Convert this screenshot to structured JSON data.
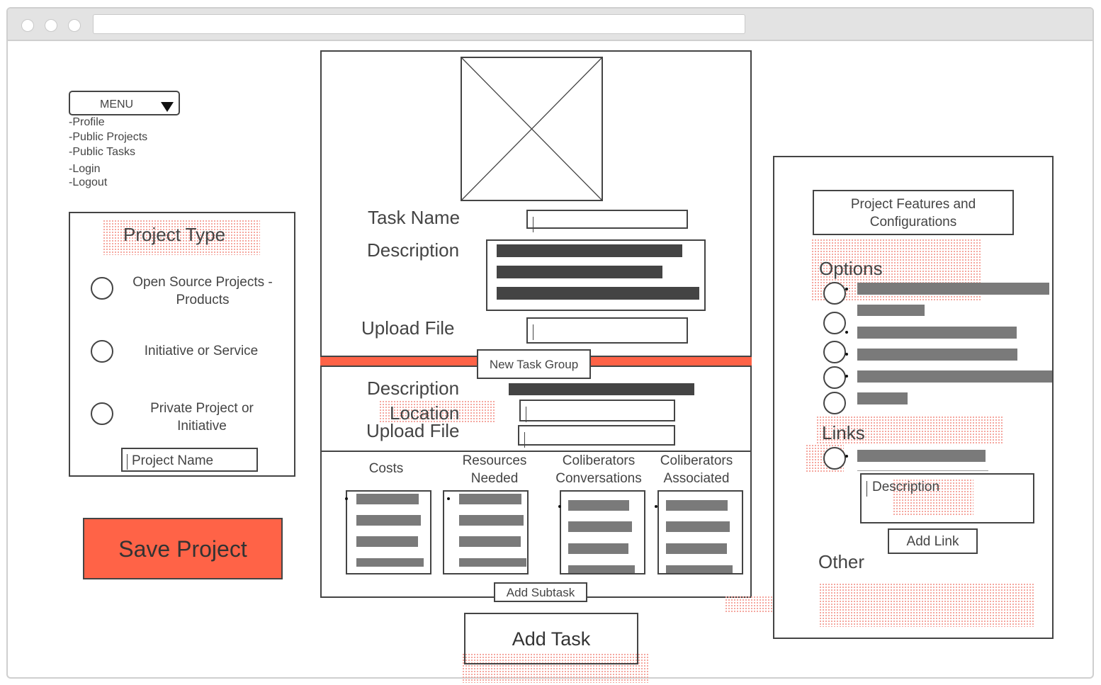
{
  "menu": {
    "label": "MENU",
    "items": [
      "-Profile",
      "-Public Projects",
      "-Public Tasks",
      "-Login",
      "-Logout"
    ]
  },
  "project_type": {
    "title": "Project Type",
    "options": [
      "Open Source Projects - Products",
      "Initiative or Service",
      "Private Project or Initiative"
    ],
    "name_placeholder": "Project Name"
  },
  "save_button": "Save Project",
  "task_form": {
    "task_name_label": "Task Name",
    "description_label": "Description",
    "upload_label": "Upload File",
    "new_task_group": "New Task Group"
  },
  "task_group": {
    "description_label": "Description",
    "location_label": "Location",
    "upload_label": "Upload File"
  },
  "subtask_columns": [
    "Costs",
    "Resources Needed",
    "Coliberators Conversations",
    "Coliberators Associated"
  ],
  "add_subtask": "Add Subtask",
  "add_task": "Add Task",
  "features": {
    "title": "Project Features and Configurations",
    "options_heading": "Options",
    "links_heading": "Links",
    "description_placeholder": "Description",
    "add_link": "Add Link",
    "other_heading": "Other"
  },
  "colors": {
    "accent": "#ff6347",
    "hatch": "#f4a097",
    "border": "#444444"
  }
}
